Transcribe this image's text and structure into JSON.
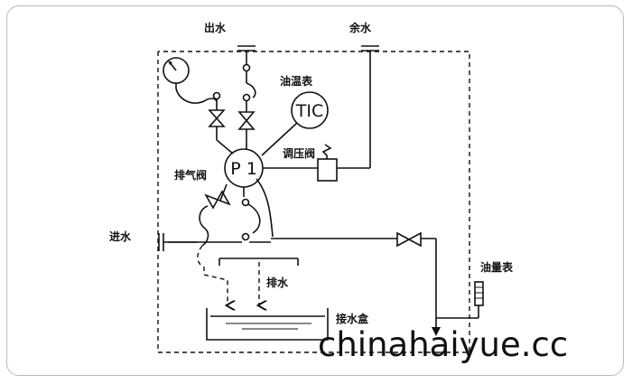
{
  "labels": {
    "outlet": "出水",
    "surplus": "余水",
    "oil_temp_gauge": "油温表",
    "pressure_valve": "调压阀",
    "vent_valve": "排气阀",
    "inlet": "进水",
    "drain": "排水",
    "oil_level_gauge": "油量表",
    "water_box": "接水盒"
  },
  "pump_label": "P 1",
  "tic_label": "TIC",
  "watermark": "chinahaiyue.cc"
}
